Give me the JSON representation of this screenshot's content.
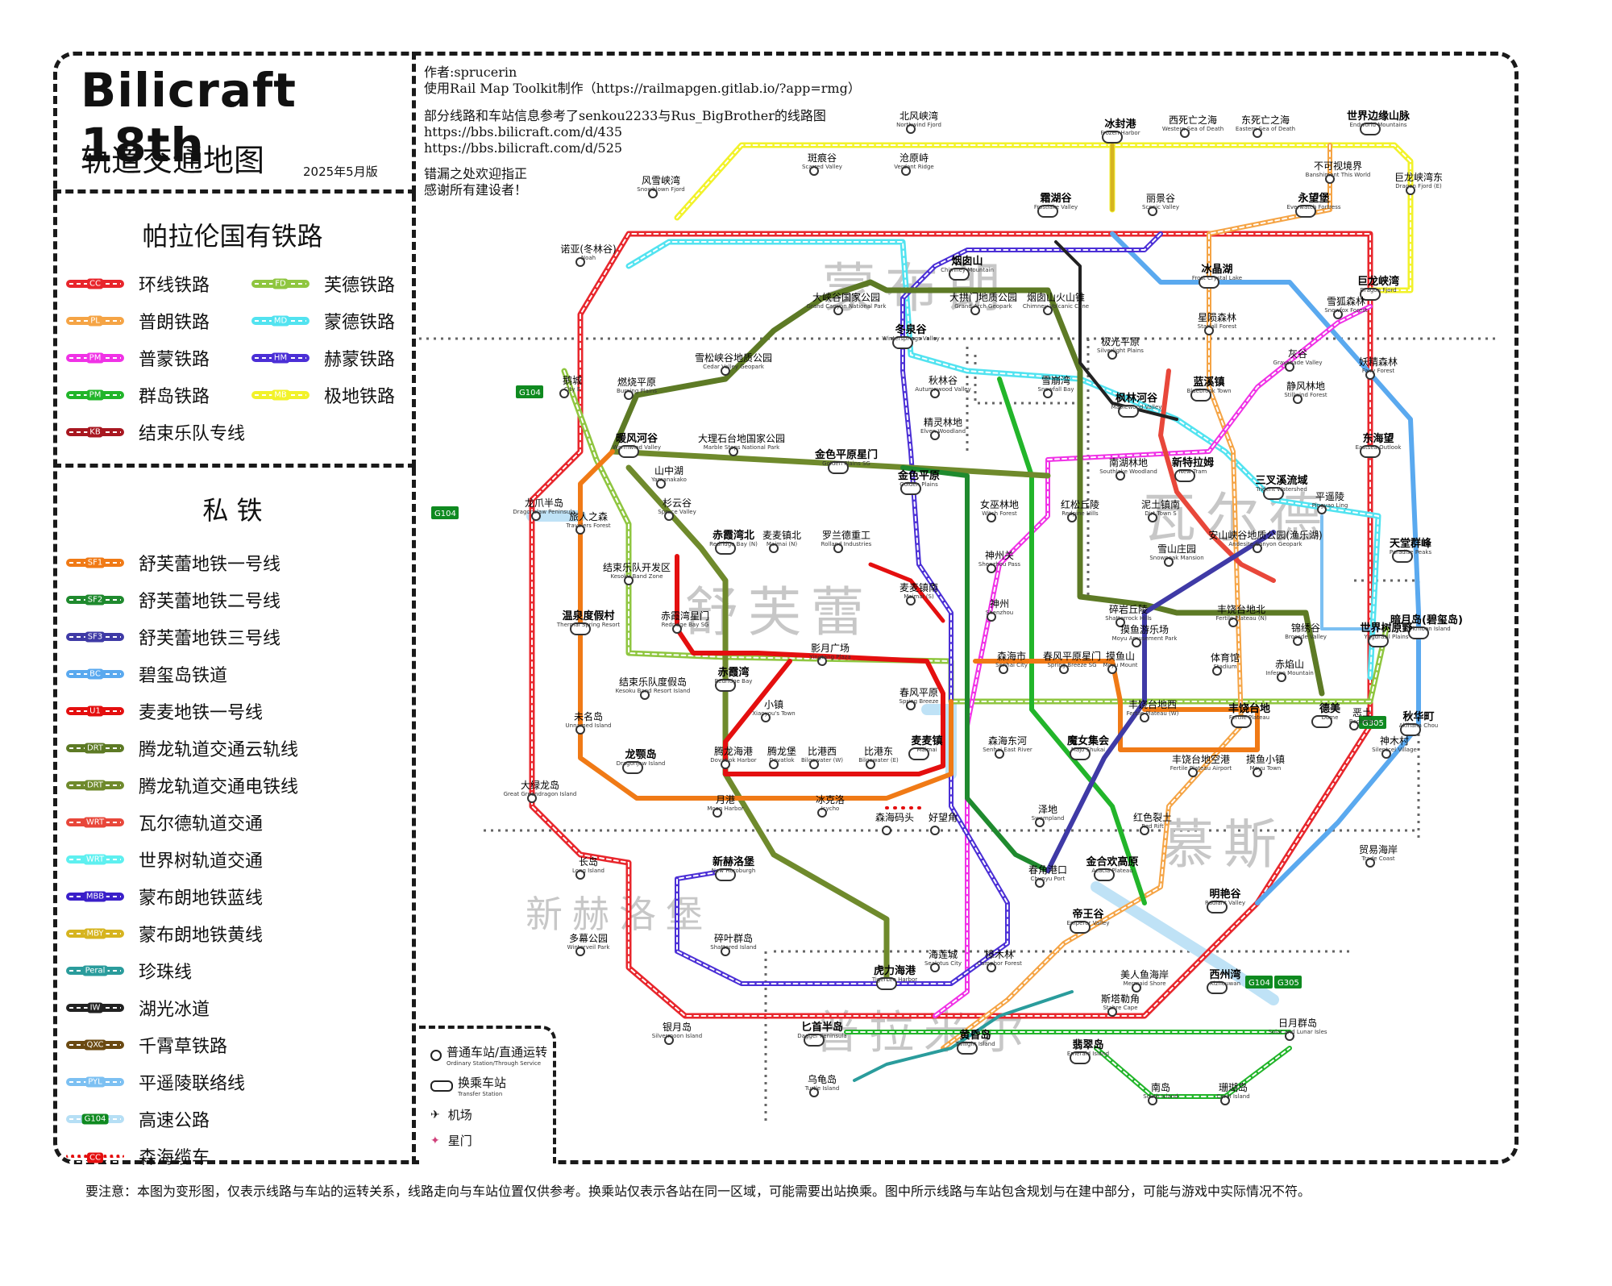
{
  "title": {
    "main": "Bilicraft 18th",
    "subtitle": "轨道交通地图",
    "edition": "2025年5月版"
  },
  "credits": {
    "author": "作者:sprucerin",
    "tool": "使用Rail Map Toolkit制作（https://railmapgen.gitlab.io/?app=rmg）",
    "reference": "部分线路和车站信息参考了senkou2233与Rus_BigBrother的线路图",
    "link1": "https://bbs.bilicraft.com/d/435",
    "link2": "https://bbs.bilicraft.com/d/525",
    "thanks1": "错漏之处欢迎指正",
    "thanks2": "感谢所有建设者！"
  },
  "legend_state": {
    "heading": "帕拉伦国有铁路",
    "lines": [
      {
        "code": "CC",
        "name": "环线铁路",
        "color": "#e8262c"
      },
      {
        "code": "FD",
        "name": "芙德铁路",
        "color": "#8fc640"
      },
      {
        "code": "PL",
        "name": "普朗铁路",
        "color": "#f5a445"
      },
      {
        "code": "MD",
        "name": "蒙德铁路",
        "color": "#52e3f0"
      },
      {
        "code": "PM",
        "name": "普蒙铁路",
        "color": "#f032e6"
      },
      {
        "code": "HM",
        "name": "赫蒙铁路",
        "color": "#4b2fd6"
      },
      {
        "code": "PM",
        "name": "群岛铁路",
        "color": "#22b52a"
      },
      {
        "code": "MB",
        "name": "极地铁路",
        "color": "#f2f22a"
      },
      {
        "code": "KB",
        "name": "结束乐队专线",
        "color": "#a81720"
      }
    ]
  },
  "legend_private": {
    "heading": "私 铁",
    "lines": [
      {
        "code": "SF1",
        "name": "舒芙蕾地铁一号线",
        "color": "#f07a16"
      },
      {
        "code": "SF2",
        "name": "舒芙蕾地铁二号线",
        "color": "#1f8a2e"
      },
      {
        "code": "SF3",
        "name": "舒芙蕾地铁三号线",
        "color": "#3f3aa6"
      },
      {
        "code": "BC",
        "name": "碧玺岛铁道",
        "color": "#5aa9ef"
      },
      {
        "code": "U1",
        "name": "麦麦地铁一号线",
        "color": "#e40f0f"
      },
      {
        "code": "DRT",
        "name": "腾龙轨道交通云轨线",
        "color": "#5d7a25"
      },
      {
        "code": "DRT",
        "name": "腾龙轨道交通电铁线",
        "color": "#6f8a2c"
      },
      {
        "code": "WRT",
        "name": "瓦尔德轨道交通",
        "color": "#e8473a"
      },
      {
        "code": "WRT",
        "name": "世界树轨道交通",
        "color": "#5ef0f0"
      },
      {
        "code": "MBB",
        "name": "蒙布朗地铁蓝线",
        "color": "#3a1fc9"
      },
      {
        "code": "MBY",
        "name": "蒙布朗地铁黄线",
        "color": "#d6b420"
      },
      {
        "code": "Peral",
        "name": "珍珠线",
        "color": "#2a9c9c"
      },
      {
        "code": "IW",
        "name": "湖光冰道",
        "color": "#222222"
      },
      {
        "code": "QXC",
        "name": "千霄草铁路",
        "color": "#6b4a12"
      },
      {
        "code": "PYL",
        "name": "平遥陵联络线",
        "color": "#7cc0f2"
      },
      {
        "code": "G104",
        "name": "高速公路",
        "color": "#b6dff5"
      },
      {
        "code": "CC",
        "name": "森海缆车",
        "color": "#e40f0f"
      }
    ]
  },
  "map_legend": {
    "ordinary": "普通车站/直通运转",
    "ordinary_en": "Ordinary Station/Through Service",
    "transfer": "换乘车站",
    "transfer_en": "Transfer Station",
    "airport": "机场",
    "stargate": "星门"
  },
  "regions": [
    "蒙布朗",
    "瓦尔德",
    "舒芙蕾",
    "新赫洛堡",
    "慕斯",
    "普拉米尔"
  ],
  "roads": [
    "G104",
    "G104",
    "G305",
    "G104",
    "G305"
  ],
  "stations": [
    {
      "zh": "北风峡湾",
      "en": "Northwind Fjord"
    },
    {
      "zh": "冰封港",
      "en": "Frozen Harbor"
    },
    {
      "zh": "西死亡之海",
      "en": "Western Sea of Death"
    },
    {
      "zh": "东死亡之海",
      "en": "Eastern Sea of Death"
    },
    {
      "zh": "世界边缘山脉",
      "en": "Endworld Mountains"
    },
    {
      "zh": "斑痕谷",
      "en": "Scarred Valley"
    },
    {
      "zh": "沧原峙",
      "en": "Verdant Ridge"
    },
    {
      "zh": "风雪峡湾",
      "en": "Snowblown Fjord"
    },
    {
      "zh": "不可视境界",
      "en": "Banshiment This World"
    },
    {
      "zh": "巨龙峡湾东",
      "en": "Dragon Fjord (E)"
    },
    {
      "zh": "霜湖谷",
      "en": "Frostlake Valley"
    },
    {
      "zh": "丽景谷",
      "en": "Scenic Valley"
    },
    {
      "zh": "永望堡",
      "en": "Everwatch Fortress"
    },
    {
      "zh": "诺亚(冬林谷)",
      "en": "Noah"
    },
    {
      "zh": "烟囱山",
      "en": "Chimney Mountain"
    },
    {
      "zh": "冰晶湖",
      "en": "Frost Crystal Lake"
    },
    {
      "zh": "巨龙峡湾",
      "en": "Dragon Fjord"
    },
    {
      "zh": "大峡谷国家公园",
      "en": "Grand Canyon National Park"
    },
    {
      "zh": "大拱门地质公园",
      "en": "Grand Arch Geopark"
    },
    {
      "zh": "烟囱山火山锥",
      "en": "Chimney Volcanic Cone"
    },
    {
      "zh": "星陨森林",
      "en": "Starfall Forest"
    },
    {
      "zh": "雪狐森林",
      "en": "Snowfox Forest"
    },
    {
      "zh": "雪松峡谷地质公园",
      "en": "Cedar Valley Geopark"
    },
    {
      "zh": "冬泉谷",
      "en": "Wintersprings Valley"
    },
    {
      "zh": "极光平原",
      "en": "Silverlight Plains"
    },
    {
      "zh": "灰谷",
      "en": "Grayshade Valley"
    },
    {
      "zh": "妖精森林",
      "en": "Fairy Forest"
    },
    {
      "zh": "燃烧平原",
      "en": "Burning Plains"
    },
    {
      "zh": "秋林谷",
      "en": "Autumnwood Valley"
    },
    {
      "zh": "雪崩湾",
      "en": "Snowfall Bay"
    },
    {
      "zh": "鹅城",
      "en": "City E"
    },
    {
      "zh": "枫林河谷",
      "en": "Maplewood Valley"
    },
    {
      "zh": "蓝溪镇",
      "en": "Bluebrook Town"
    },
    {
      "zh": "静风林地",
      "en": "Stillwind Forest"
    },
    {
      "zh": "精灵林地",
      "en": "Elven Woodland"
    },
    {
      "zh": "暖风河谷",
      "en": "Warmwind Valley"
    },
    {
      "zh": "大理石台地国家公园",
      "en": "Marble Steps National Park"
    },
    {
      "zh": "金色平原星门",
      "en": "Golden Plains SG"
    },
    {
      "zh": "东海望",
      "en": "Eastsea Outlook"
    },
    {
      "zh": "南湖林地",
      "en": "Southlake Woodland"
    },
    {
      "zh": "新特拉姆",
      "en": "New Tram"
    },
    {
      "zh": "三叉溪流域",
      "en": "Trident Watershed"
    },
    {
      "zh": "山中湖",
      "en": "Yamanakako"
    },
    {
      "zh": "金色平原",
      "en": "Golden Plains"
    },
    {
      "zh": "龙爪半岛",
      "en": "Dragonclaw Peninsula"
    },
    {
      "zh": "杉云谷",
      "en": "Spruce Valley"
    },
    {
      "zh": "女巫林地",
      "en": "Witch Forest"
    },
    {
      "zh": "红松丘陵",
      "en": "Redpine Hills"
    },
    {
      "zh": "泥土镇南",
      "en": "Dirt Town S"
    },
    {
      "zh": "平遥陵",
      "en": "Pingyao Ling"
    },
    {
      "zh": "旅人之森",
      "en": "Travelers Forest"
    },
    {
      "zh": "赤霞湾北",
      "en": "Redridge Bay (N)"
    },
    {
      "zh": "麦麦镇北",
      "en": "Maimai (N)"
    },
    {
      "zh": "罗兰德重工",
      "en": "Rolland Industries"
    },
    {
      "zh": "雪山庄园",
      "en": "Snowpeak Mansion"
    },
    {
      "zh": "安山峡谷地质公园(渔乐湖)",
      "en": "Andesite Canyon Geopark"
    },
    {
      "zh": "天堂群峰",
      "en": "Paradise Peaks"
    },
    {
      "zh": "神州关",
      "en": "Shenzhou Pass"
    },
    {
      "zh": "结束乐队开发区",
      "en": "Kesoku Band Zone"
    },
    {
      "zh": "麦麦镇南",
      "en": "Maimai (S)"
    },
    {
      "zh": "温泉度假村",
      "en": "Thermal Spring Resort"
    },
    {
      "zh": "赤霞湾星门",
      "en": "Redridge Bay SG"
    },
    {
      "zh": "神州",
      "en": "Shenzhou"
    },
    {
      "zh": "碎岩丘陵",
      "en": "Shatterrock Hills"
    },
    {
      "zh": "丰饶台地北",
      "en": "Fertile Plateau (N)"
    },
    {
      "zh": "暗月岛(碧玺岛)",
      "en": "Darkmoon Island"
    },
    {
      "zh": "锦绣谷",
      "en": "Brocade Valley"
    },
    {
      "zh": "世界树原野",
      "en": "Yggdrasil Plains"
    },
    {
      "zh": "摸鱼游乐场",
      "en": "Moyu Amusement Park"
    },
    {
      "zh": "影月广场",
      "en": "Yingtang Plaza"
    },
    {
      "zh": "森海市",
      "en": "Senhai City"
    },
    {
      "zh": "春风平原星门",
      "en": "Spring Breeze SG"
    },
    {
      "zh": "摸鱼山",
      "en": "Moyu Mount"
    },
    {
      "zh": "体育馆",
      "en": "Stadium"
    },
    {
      "zh": "赤焰山",
      "en": "Inferno Mountain"
    },
    {
      "zh": "赤霞湾",
      "en": "Redridge Bay"
    },
    {
      "zh": "结束乐队度假岛",
      "en": "Kesoku Band Resort Island"
    },
    {
      "zh": "春风平原",
      "en": "Spring Breeze"
    },
    {
      "zh": "小镇",
      "en": "Xiaoyou's Town"
    },
    {
      "zh": "未名岛",
      "en": "Unnamed Island"
    },
    {
      "zh": "丰饶台地西",
      "en": "Fertile Plateau (W)"
    },
    {
      "zh": "丰饶台地",
      "en": "Fertile Plateau"
    },
    {
      "zh": "德美",
      "en": "Dome"
    },
    {
      "zh": "恶土",
      "en": "Badlands"
    },
    {
      "zh": "秋华町",
      "en": "Akihana Chou"
    },
    {
      "zh": "神木村",
      "en": "Silentcel Village"
    },
    {
      "zh": "龙颚岛",
      "en": "Dragonjaw Island"
    },
    {
      "zh": "麦麦镇",
      "en": "Maimai"
    },
    {
      "zh": "森海东河",
      "en": "Senhai East River"
    },
    {
      "zh": "魔女集会",
      "en": "Majo Shukai"
    },
    {
      "zh": "腾龙海港",
      "en": "Dovatlok Harbor"
    },
    {
      "zh": "腾龙堡",
      "en": "Dovatlok"
    },
    {
      "zh": "比港西",
      "en": "Bilgewater (W)"
    },
    {
      "zh": "比港东",
      "en": "Bilgewater (E)"
    },
    {
      "zh": "丰饶台地空港",
      "en": "Fertile Plateau Airport"
    },
    {
      "zh": "摸鱼小镇",
      "en": "Moyu Town"
    },
    {
      "zh": "大绿龙岛",
      "en": "Great Greendragon Island"
    },
    {
      "zh": "月港",
      "en": "Moon Harbor"
    },
    {
      "zh": "冰克洛",
      "en": "Icycho"
    },
    {
      "zh": "森海码头",
      "en": ""
    },
    {
      "zh": "好望角",
      "en": ""
    },
    {
      "zh": "泽地",
      "en": "Swampland"
    },
    {
      "zh": "红色裂土",
      "en": "Red Rift"
    },
    {
      "zh": "贸易海岸",
      "en": "Trade Coast"
    },
    {
      "zh": "长岛",
      "en": "Long Island"
    },
    {
      "zh": "新赫洛堡",
      "en": "New Horoburgh"
    },
    {
      "zh": "金合欢高原",
      "en": "Acacia Plateau"
    },
    {
      "zh": "春角港口",
      "en": "Chunyu Port"
    },
    {
      "zh": "明艳谷",
      "en": "Radiant Valley"
    },
    {
      "zh": "帝王谷",
      "en": "Emperor Valley"
    },
    {
      "zh": "多幕公园",
      "en": "Winterveil Park"
    },
    {
      "zh": "碎叶群岛",
      "en": "Shattered Island"
    },
    {
      "zh": "虎力海港",
      "en": "TigerLee Harbor"
    },
    {
      "zh": "海莲城",
      "en": "Sealotus City"
    },
    {
      "zh": "樟木林",
      "en": "Camphor Forest"
    },
    {
      "zh": "美人鱼海岸",
      "en": "Mermaid Shore"
    },
    {
      "zh": "西州湾",
      "en": "Xizhouwan"
    },
    {
      "zh": "斯塔勒角",
      "en": "Stahre Cape"
    },
    {
      "zh": "银月岛",
      "en": "Silvermoon Island"
    },
    {
      "zh": "匕首半岛",
      "en": "Dagger Peninsula"
    },
    {
      "zh": "黄昏岛",
      "en": "Twilight Island"
    },
    {
      "zh": "翡翠岛",
      "en": "Emerald Island"
    },
    {
      "zh": "日月群岛",
      "en": "Solar and Lunar Isles"
    },
    {
      "zh": "乌龟岛",
      "en": "Turtle Island"
    },
    {
      "zh": "南岛",
      "en": "South Island"
    },
    {
      "zh": "珊瑚岛",
      "en": "Coral Island"
    }
  ],
  "footer": "要注意：本图为变形图，仅表示线路与车站的运转关系，线路走向与车站位置仅供参考。换乘站仅表示各站在同一区域，可能需要出站换乘。图中所示线路与车站包含规划与在建中部分，可能与游戏中实际情况不符。"
}
